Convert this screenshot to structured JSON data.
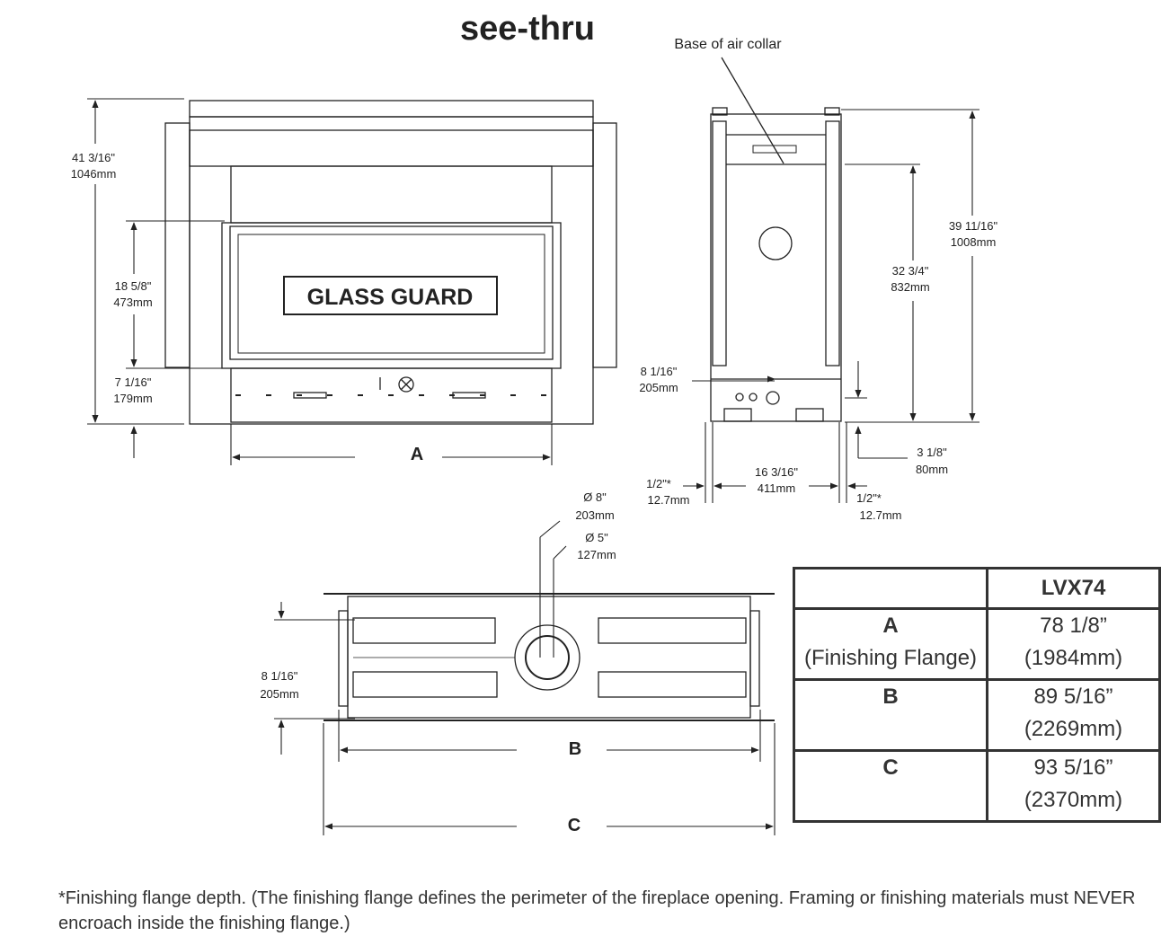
{
  "title": "see-thru",
  "labels": {
    "air_collar": "Base of air collar",
    "glass_guard": "GLASS GUARD",
    "letter_a": "A",
    "letter_b": "B",
    "letter_c": "C"
  },
  "front_view": {
    "overall_height": "41 3/16\"",
    "overall_height_mm": "1046mm",
    "opening_height": "18 5/8\"",
    "opening_height_mm": "473mm",
    "bottom_height": "7 1/16\"",
    "bottom_height_mm": "179mm"
  },
  "side_view": {
    "total_height": "39 11/16\"",
    "total_height_mm": "1008mm",
    "collar_height": "32 3/4\"",
    "collar_height_mm": "832mm",
    "gas_depth": "8 1/16\"",
    "gas_depth_mm": "205mm",
    "gas_height": "3 1/8\"",
    "gas_height_mm": "80mm",
    "depth": "16 3/16\"",
    "depth_mm": "411mm",
    "flange_left": "1/2\"*",
    "flange_left_mm": "12.7mm",
    "flange_right": "1/2\"*",
    "flange_right_mm": "12.7mm"
  },
  "top_view": {
    "outer_pipe": "Ø 8\"",
    "outer_pipe_mm": "203mm",
    "inner_pipe": "Ø 5\"",
    "inner_pipe_mm": "127mm",
    "depth": "8 1/16\"",
    "depth_mm": "205mm"
  },
  "table": {
    "header": "LVX74",
    "rows": [
      {
        "label": "A",
        "sublabel": "(Finishing Flange)",
        "inches": "78 1/8”",
        "mm": "(1984mm)"
      },
      {
        "label": "B",
        "sublabel": "",
        "inches": "89 5/16”",
        "mm": "(2269mm)"
      },
      {
        "label": "C",
        "sublabel": "",
        "inches": "93 5/16”",
        "mm": "(2370mm)"
      }
    ]
  },
  "footnote": "*Finishing flange depth. (The finishing flange defines the perimeter of the fireplace opening. Framing or finishing materials must NEVER encroach inside the finishing flange.)"
}
